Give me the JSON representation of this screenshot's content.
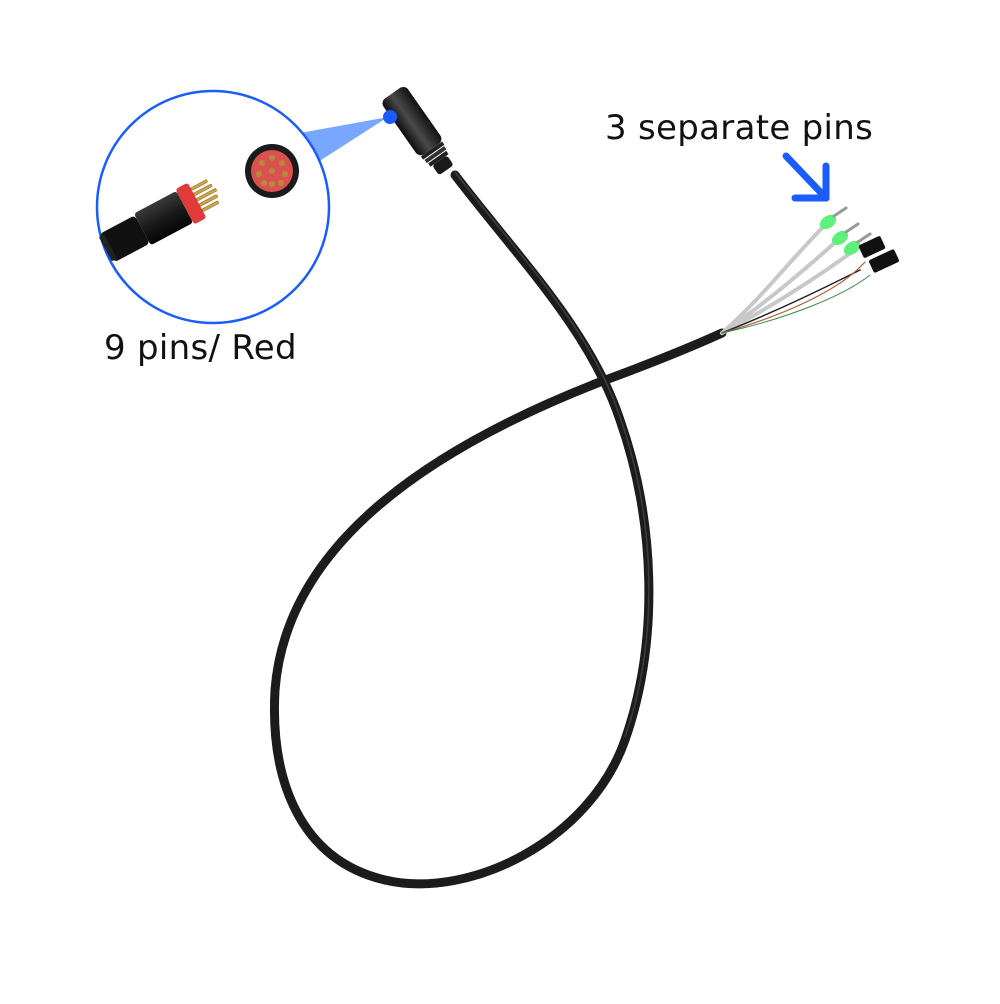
{
  "image": {
    "background": "#ffffff",
    "subject": "e-bike cable with 9-pin connector and split wire ends"
  },
  "annotations": {
    "left_label": "9 pins/ Red",
    "right_label": "3 separate pins"
  },
  "colors": {
    "accent_blue": "#1a5cff",
    "callout_beam": "#6a9cff",
    "cable": "#1c1c1c",
    "connector_red": "#e03a3a",
    "pin_gold": "#c9a24a",
    "sleeve_green": "#5ef07a",
    "wire_grey": "#c8c8c8"
  },
  "callout": {
    "shape": "magnifier-circle",
    "contents": [
      "male-connector-9-pins",
      "female-socket-9-holes"
    ]
  }
}
